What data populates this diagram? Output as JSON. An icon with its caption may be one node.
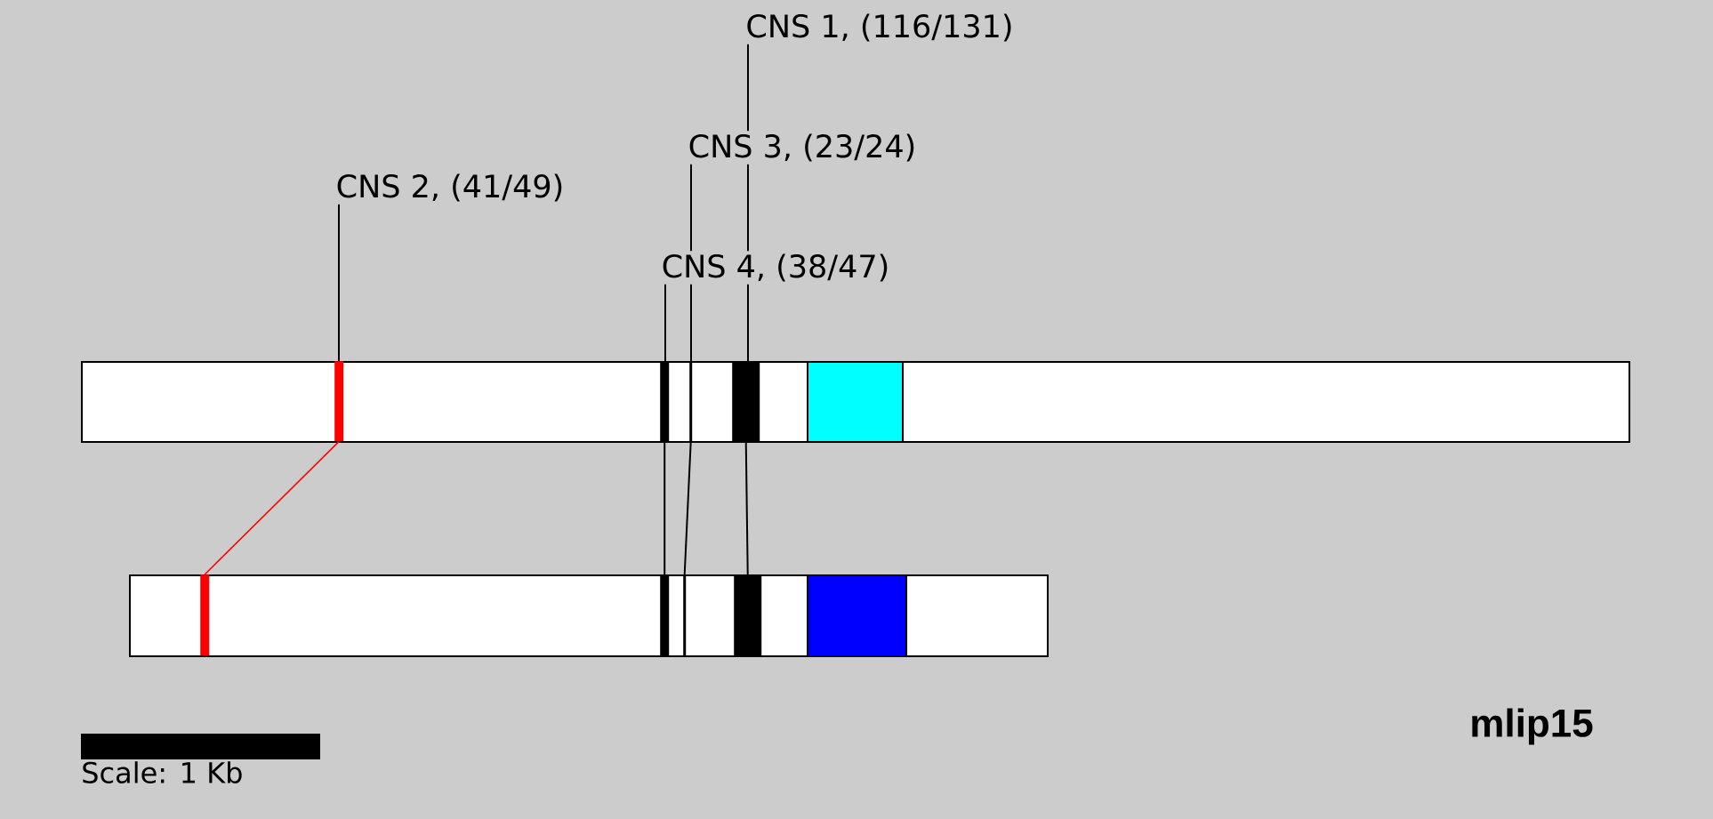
{
  "diagram": {
    "nodes": [
      {
        "text": [],
        "shape": "bar"
      },
      {
        "text": [],
        "shape": "bar",
        "in": 0
      },
      {
        "text": [],
        "shape": "bar",
        "in": 0
      },
      {
        "text": [],
        "shape": "bar",
        "in": 0
      },
      {
        "text": [],
        "shape": "bar",
        "in": 0
      },
      {
        "text": [],
        "shape": "box",
        "in": 0
      },
      {
        "text": [],
        "shape": "bar"
      },
      {
        "text": [],
        "shape": "bar",
        "in": 6
      },
      {
        "text": [],
        "shape": "bar",
        "in": 6
      },
      {
        "text": [],
        "shape": "bar",
        "in": 6
      },
      {
        "text": [],
        "shape": "bar",
        "in": 6
      },
      {
        "text": [],
        "shape": "box",
        "in": 6
      },
      {
        "text": [
          "CNS 1, (116/131)"
        ]
      },
      {
        "text": [
          "CNS 3, (23/24)"
        ]
      },
      {
        "text": [
          "CNS 2, (41/49)"
        ]
      },
      {
        "text": [
          "CNS 4, (38/47)"
        ]
      }
    ],
    "edges": [
      {
        "from": 12,
        "to": 13,
        "arrow": "none"
      },
      {
        "from": 13,
        "to": 15,
        "arrow": "none"
      },
      {
        "from": 13,
        "to": 15,
        "arrow": "none"
      },
      {
        "from": 14,
        "to": 1,
        "arrow": "none"
      },
      {
        "from": 15,
        "to": 2,
        "arrow": "none"
      },
      {
        "from": 15,
        "to": 3,
        "arrow": "none"
      },
      {
        "from": 15,
        "to": 4,
        "arrow": "none"
      },
      {
        "from": 1,
        "to": 7,
        "arrow": "none",
        "color": "#ff0000"
      },
      {
        "from": 2,
        "to": 8,
        "arrow": "none"
      },
      {
        "from": 3,
        "to": 9,
        "arrow": "none"
      },
      {
        "from": 4,
        "to": 10,
        "arrow": "none"
      }
    ],
    "labels": [
      "Scale: 1 Kb",
      "mlip15"
    ]
  }
}
